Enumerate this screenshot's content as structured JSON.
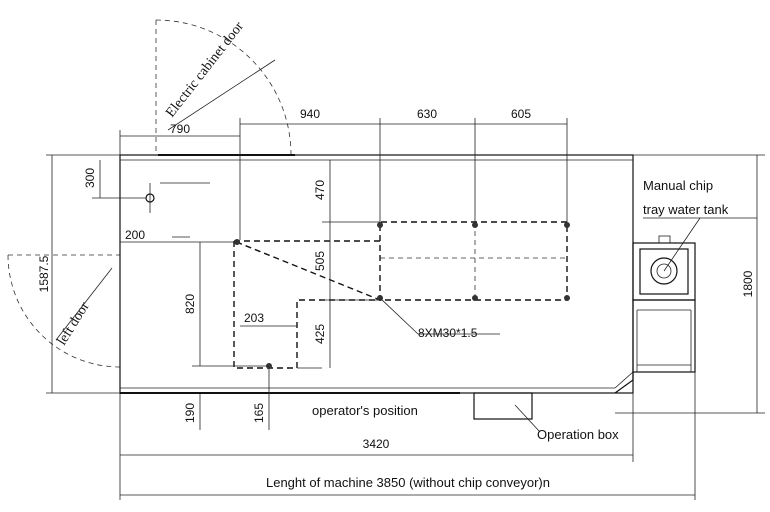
{
  "labels": {
    "electric_cabinet_door": "Electric cabinet door",
    "left_door": "left door",
    "manual_chip_line1": "Manual chip",
    "manual_chip_line2": "tray water tank",
    "bolt_spec": "8XM30*1.5",
    "operators_position": "operator's position",
    "operation_box": "Operation box",
    "length_note": "Lenght of machine 3850 (without chip conveyor)n"
  },
  "dimensions": {
    "d790": "790",
    "d940": "940",
    "d630": "630",
    "d605": "605",
    "d300": "300",
    "d470": "470",
    "d200": "200",
    "d505": "505",
    "d820": "820",
    "d203": "203",
    "d425": "425",
    "d1587_5": "1587.5",
    "d1800": "1800",
    "d190": "190",
    "d165": "165",
    "d3420": "3420"
  }
}
